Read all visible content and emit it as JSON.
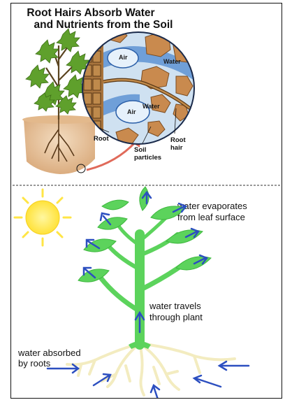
{
  "top_panel": {
    "title_line1": "Root Hairs Absorb Water",
    "title_line2": "and Nutrients from the Soil",
    "labels": {
      "air_top": "Air",
      "water_top": "Water",
      "air_bottom": "Air",
      "water_bottom": "Water",
      "root": "Root",
      "soil_line1": "Soil",
      "soil_line2": "particles",
      "hair_line1": "Root",
      "hair_line2": "hair"
    }
  },
  "bottom_panel": {
    "evaporates_line1": "water evaporates",
    "evaporates_line2": "from leaf surface",
    "travels_line1": "water travels",
    "travels_line2": "through plant",
    "absorbed_line1": "water absorbed",
    "absorbed_line2": "by roots"
  },
  "colors": {
    "soil": "#e8c8a4",
    "soil_particle": "#c98a4e",
    "water_blue": "#6f9fd8",
    "leaf_green": "#5cd35c",
    "sun_yellow": "#ffe545",
    "arrow_blue": "#2c4fc0",
    "root_cream": "#f3ecc0"
  }
}
